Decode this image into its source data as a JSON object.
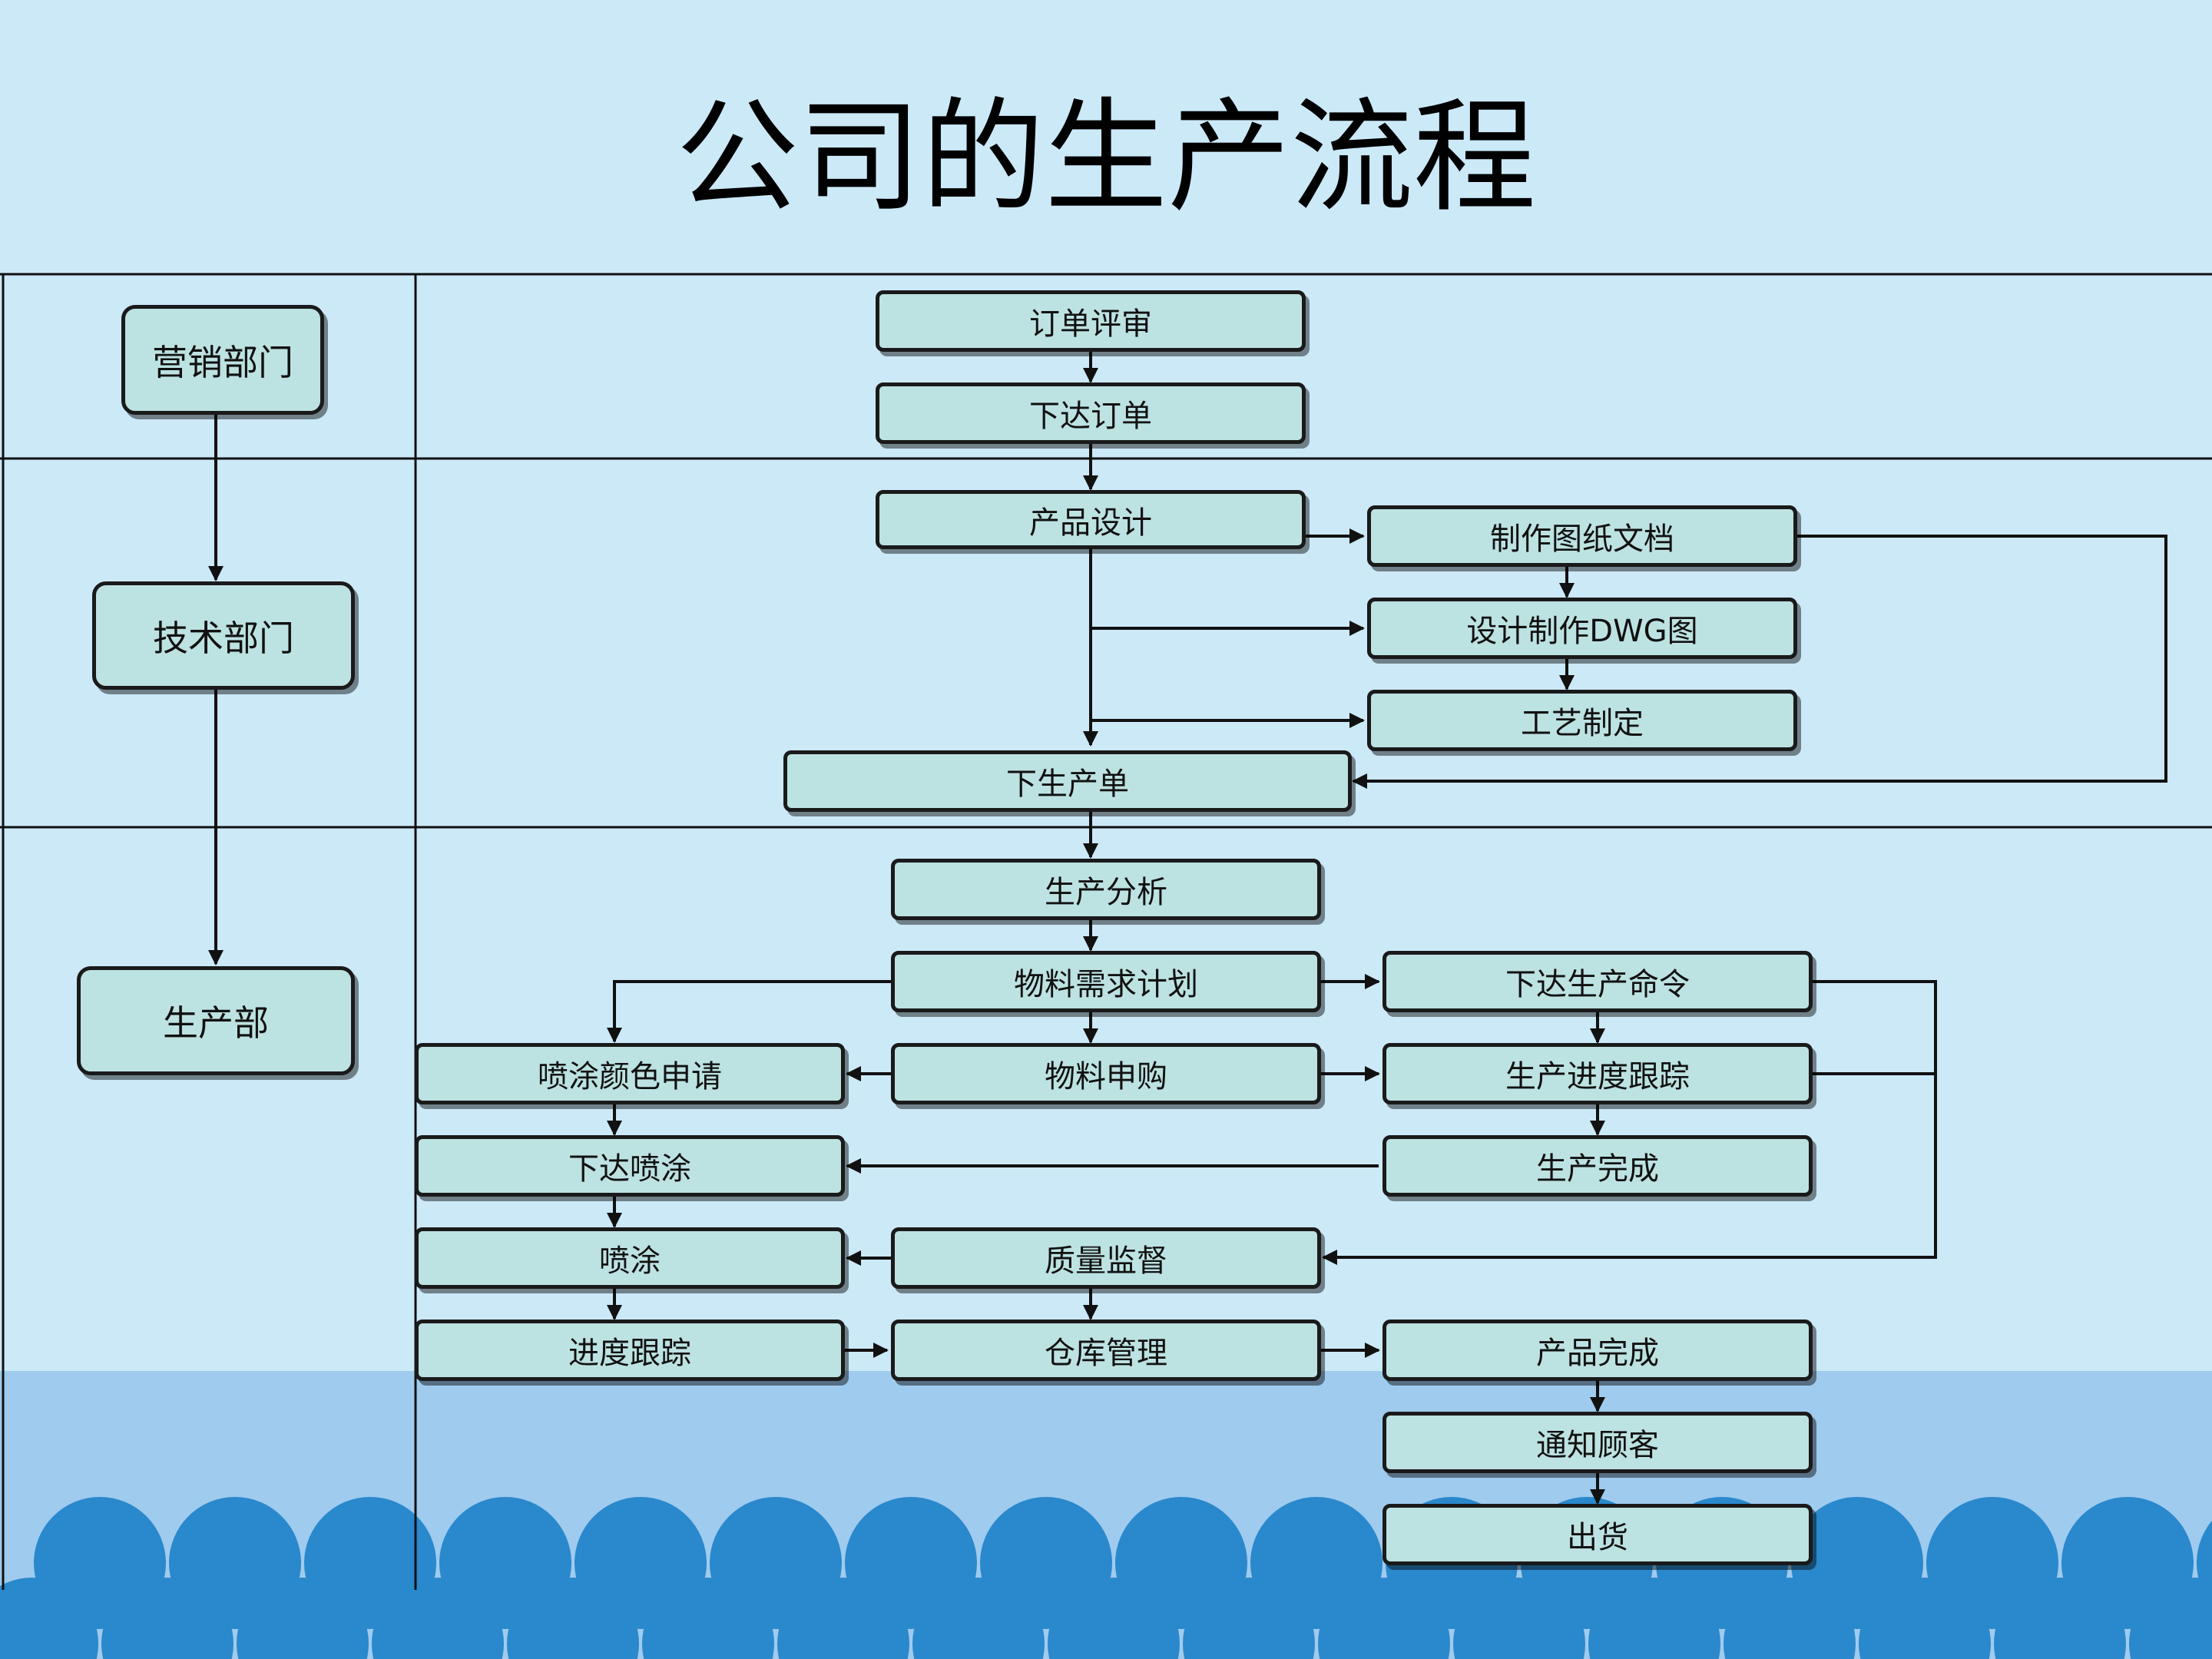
{
  "title": "公司的生产流程",
  "lanes": {
    "marketing": "营销部门",
    "tech": "技术部门",
    "production": "生产部"
  },
  "steps": {
    "order_review": "订单评审",
    "issue_order": "下达订单",
    "product_design": "产品设计",
    "make_docs": "制作图纸文档",
    "dwg_design": "设计制作DWG图",
    "process_plan": "工艺制定",
    "production_order": "下生产单",
    "production_analysis": "生产分析",
    "mrp": "物料需求计划",
    "issue_production_cmd": "下达生产命令",
    "paint_color_request": "喷涂颜色申请",
    "material_purchase": "物料申购",
    "progress_tracking_prod": "生产进度跟踪",
    "issue_painting": "下达喷涂",
    "production_complete": "生产完成",
    "painting": "喷涂",
    "quality_supervision": "质量监督",
    "progress_tracking": "进度跟踪",
    "warehouse": "仓库管理",
    "product_complete": "产品完成",
    "notify_customer": "通知顾客",
    "shipping": "出货"
  },
  "colors": {
    "background": "#cce9f8",
    "sea_light": "#9fcbee",
    "wave": "#2a88cc",
    "box_fill": "#bde2e2",
    "line": "#111111"
  }
}
